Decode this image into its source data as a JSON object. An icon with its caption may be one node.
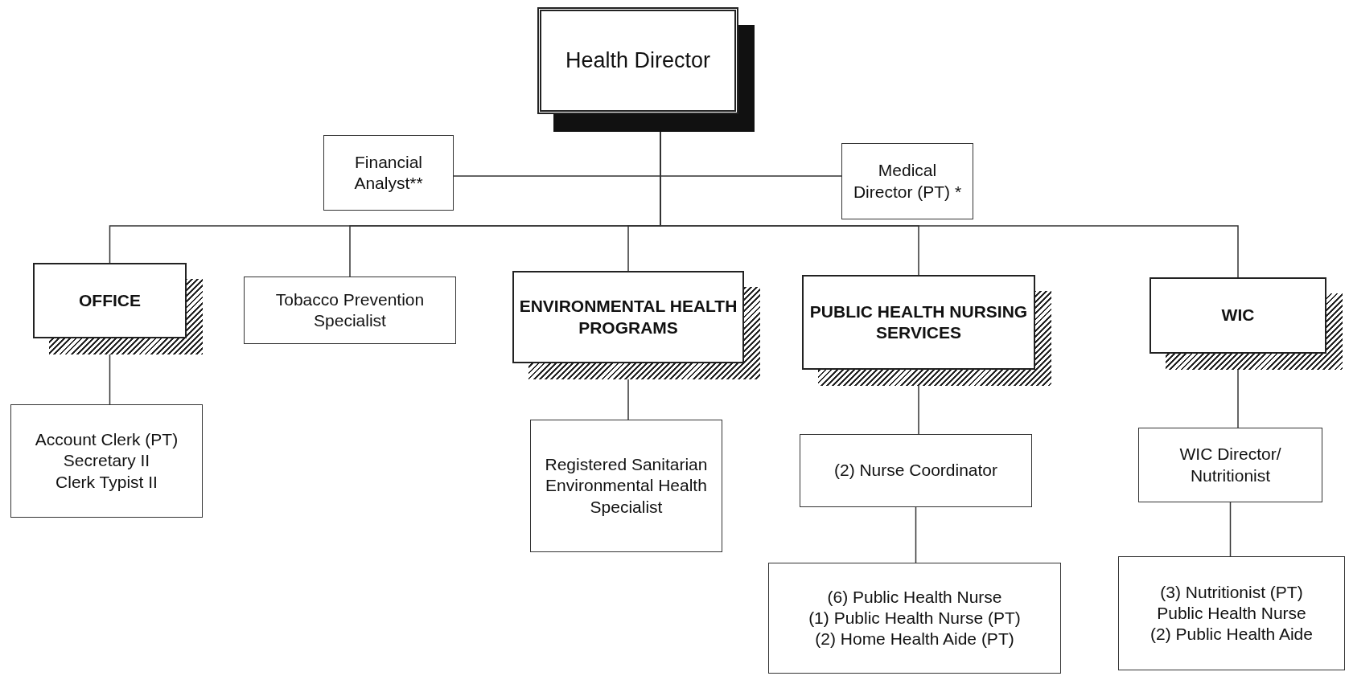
{
  "diagram": {
    "nodes": [
      {
        "text": [
          "Health Director"
        ]
      },
      {
        "text": [
          "Financial Analyst**"
        ]
      },
      {
        "text": [
          "Medical Director (PT) *"
        ]
      },
      {
        "text": [
          "OFFICE"
        ]
      },
      {
        "text": [
          "Tobacco Prevention Specialist"
        ]
      },
      {
        "text": [
          "ENVIRONMENTAL HEALTH PROGRAMS"
        ]
      },
      {
        "text": [
          "PUBLIC HEALTH NURSING SERVICES"
        ]
      },
      {
        "text": [
          "WIC"
        ]
      },
      {
        "text": [
          "Account Clerk (PT)",
          "Secretary II",
          "Clerk Typist II"
        ]
      },
      {
        "text": [
          "Registered Sanitarian",
          "Environmental Health Specialist"
        ]
      },
      {
        "text": [
          "(2) Nurse Coordinator"
        ]
      },
      {
        "text": [
          "WIC Director/ Nutritionist"
        ]
      },
      {
        "text": [
          "(6) Public Health Nurse",
          "(1) Public Health Nurse (PT)",
          "(2) Home Health Aide (PT)"
        ]
      },
      {
        "text": [
          "(3) Nutritionist (PT)",
          "Public Health Nurse",
          "(2) Public Health Aide"
        ]
      }
    ],
    "edges": [
      {
        "from": 0,
        "to": 1,
        "arrow": "none"
      },
      {
        "from": 0,
        "to": 2,
        "arrow": "none"
      },
      {
        "from": 0,
        "to": 3,
        "arrow": "none"
      },
      {
        "from": 0,
        "to": 4,
        "arrow": "none"
      },
      {
        "from": 0,
        "to": 5,
        "arrow": "none"
      },
      {
        "from": 0,
        "to": 6,
        "arrow": "none"
      },
      {
        "from": 0,
        "to": 7,
        "arrow": "none"
      },
      {
        "from": 3,
        "to": 8,
        "arrow": "none"
      },
      {
        "from": 5,
        "to": 9,
        "arrow": "none"
      },
      {
        "from": 6,
        "to": 10,
        "arrow": "none"
      },
      {
        "from": 10,
        "to": 12,
        "arrow": "none"
      },
      {
        "from": 7,
        "to": 11,
        "arrow": "none"
      },
      {
        "from": 11,
        "to": 13,
        "arrow": "none"
      }
    ]
  }
}
